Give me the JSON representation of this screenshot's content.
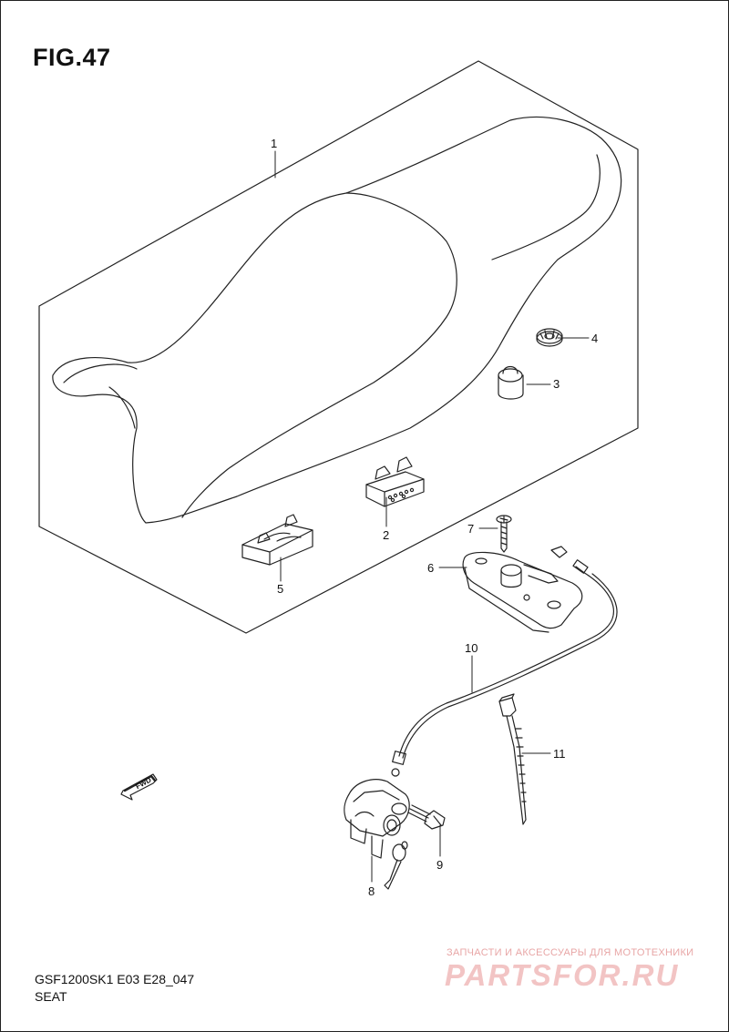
{
  "figure": {
    "title": "FIG.47"
  },
  "footer": {
    "model_code": "GSF1200SK1 E03 E28_047",
    "section": "SEAT"
  },
  "watermark": {
    "tagline": "ЗАПЧАСТИ И АКСЕССУАРЫ ДЛЯ МОТОТЕХНИКИ",
    "logo_text": "PARTSFOR.RU",
    "color": "#f2c4c4"
  },
  "fwd_label": "FWD",
  "callouts": [
    {
      "number": "1"
    },
    {
      "number": "2"
    },
    {
      "number": "3"
    },
    {
      "number": "4"
    },
    {
      "number": "5"
    },
    {
      "number": "6"
    },
    {
      "number": "7"
    },
    {
      "number": "8"
    },
    {
      "number": "9"
    },
    {
      "number": "10"
    },
    {
      "number": "11"
    }
  ],
  "colors": {
    "line": "#222222",
    "text": "#111111"
  }
}
